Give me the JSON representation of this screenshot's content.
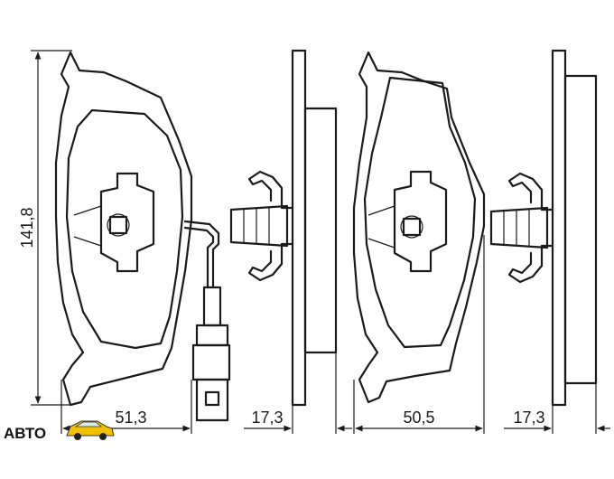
{
  "dimensions": {
    "height": "141,8",
    "width_left": "51,3",
    "thickness_left": "17,3",
    "width_right": "50,5",
    "thickness_right": "17,3"
  },
  "watermark": {
    "text": "АВТО"
  },
  "colors": {
    "line": "#1a1a1a",
    "logo_car": "#f2c200",
    "background": "#ffffff"
  }
}
